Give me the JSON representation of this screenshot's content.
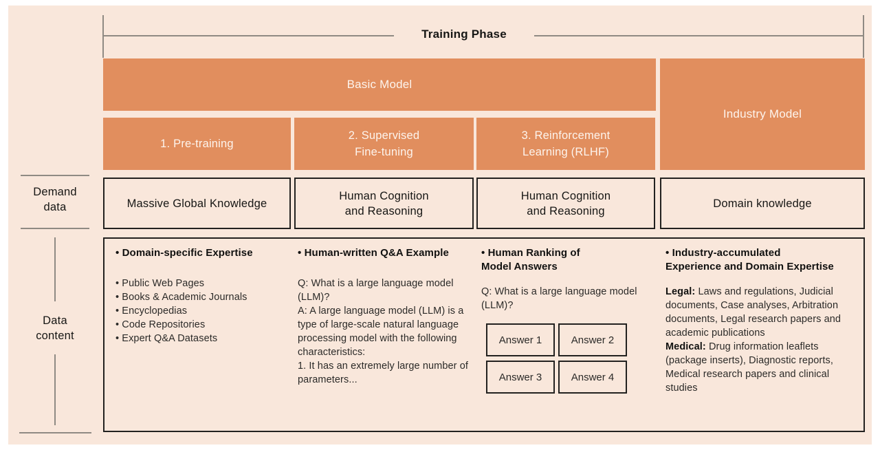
{
  "colors": {
    "page_background": "#ffffff",
    "panel_background": "#f9e7db",
    "accent_orange": "#e18e5e",
    "orange_text": "#fdf4ed",
    "dark_text": "#161614",
    "body_text": "#2b2a28",
    "box_border": "#22211f",
    "bracket_line": "#8f8a83"
  },
  "header": {
    "training_phase": "Training Phase"
  },
  "models": {
    "basic": "Basic Model",
    "industry": "Industry Model"
  },
  "phases": [
    "1. Pre-training",
    "2. Supervised\nFine-tuning",
    "3. Reinforcement\nLearning (RLHF)"
  ],
  "row_labels": {
    "demand": "Demand\ndata",
    "content": "Data\ncontent"
  },
  "demand_boxes": [
    "Massive Global Knowledge",
    "Human Cognition\nand Reasoning",
    "Human Cognition\nand Reasoning",
    "Domain knowledge"
  ],
  "data_content": {
    "col1": {
      "header": "• Domain-specific Expertise",
      "items": [
        "• Public Web Pages",
        "• Books & Academic Journals",
        "• Encyclopedias",
        "• Code Repositories",
        "• Expert Q&A Datasets"
      ]
    },
    "col2": {
      "header": "• Human-written Q&A Example",
      "body": "Q: What is a large language model (LLM)?\nA: A large language model (LLM) is a type of large-scale natural language processing model with the following characteristics:\n1. It has an extremely large number of parameters..."
    },
    "col3": {
      "header": "• Human Ranking of\nModel Answers",
      "question": "Q: What is a large language model (LLM)?",
      "answers": [
        "Answer 1",
        "Answer 2",
        "Answer 3",
        "Answer 4"
      ]
    },
    "col4": {
      "header": "• Industry-accumulated\nExperience and Domain Expertise",
      "legal_label": "Legal:",
      "legal_text": " Laws and regulations, Judicial documents, Case analyses, Arbitration documents, Legal research papers and academic publications",
      "medical_label": "Medical:",
      "medical_text": " Drug information leaflets (package inserts), Diagnostic reports, Medical research papers and clinical studies"
    }
  }
}
